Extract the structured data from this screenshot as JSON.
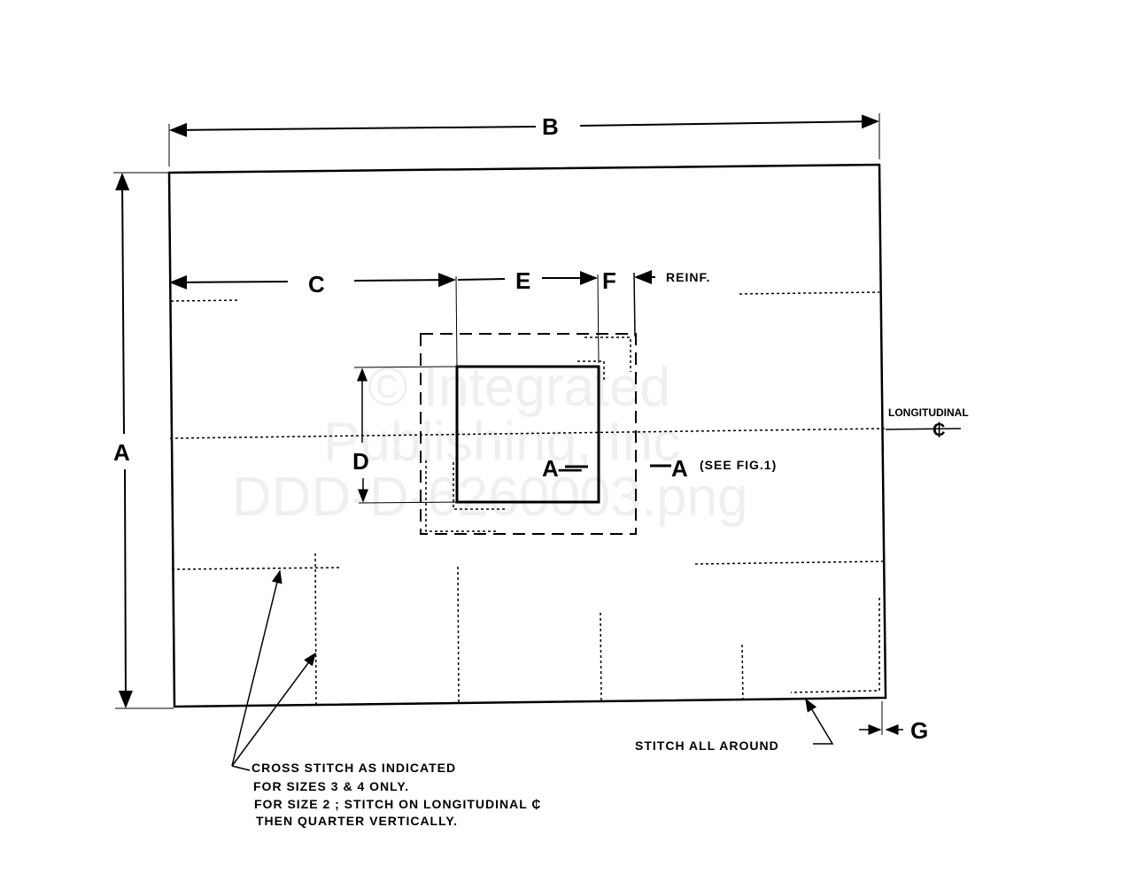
{
  "dimensions": {
    "a": "A",
    "b": "B",
    "c": "C",
    "d": "D",
    "e": "E",
    "f": "F",
    "g": "G"
  },
  "labels": {
    "reinf": "REINF.",
    "longitudinal": "LONGITUDINAL",
    "centerline": "₵",
    "section_left": "A—",
    "section_right": "—A",
    "see_fig": "(SEE FIG.1)",
    "stitch_all_around": "STITCH ALL AROUND"
  },
  "notes": [
    "CROSS STITCH AS INDICATED",
    "FOR SIZES 3 & 4 ONLY.",
    "FOR SIZE 2 ; STITCH ON LONGITUDINAL ₵",
    "THEN QUARTER VERTICALLY."
  ],
  "watermark": [
    "© Integrated",
    "Publishing, Inc",
    "DDD-D-6260003.png"
  ]
}
